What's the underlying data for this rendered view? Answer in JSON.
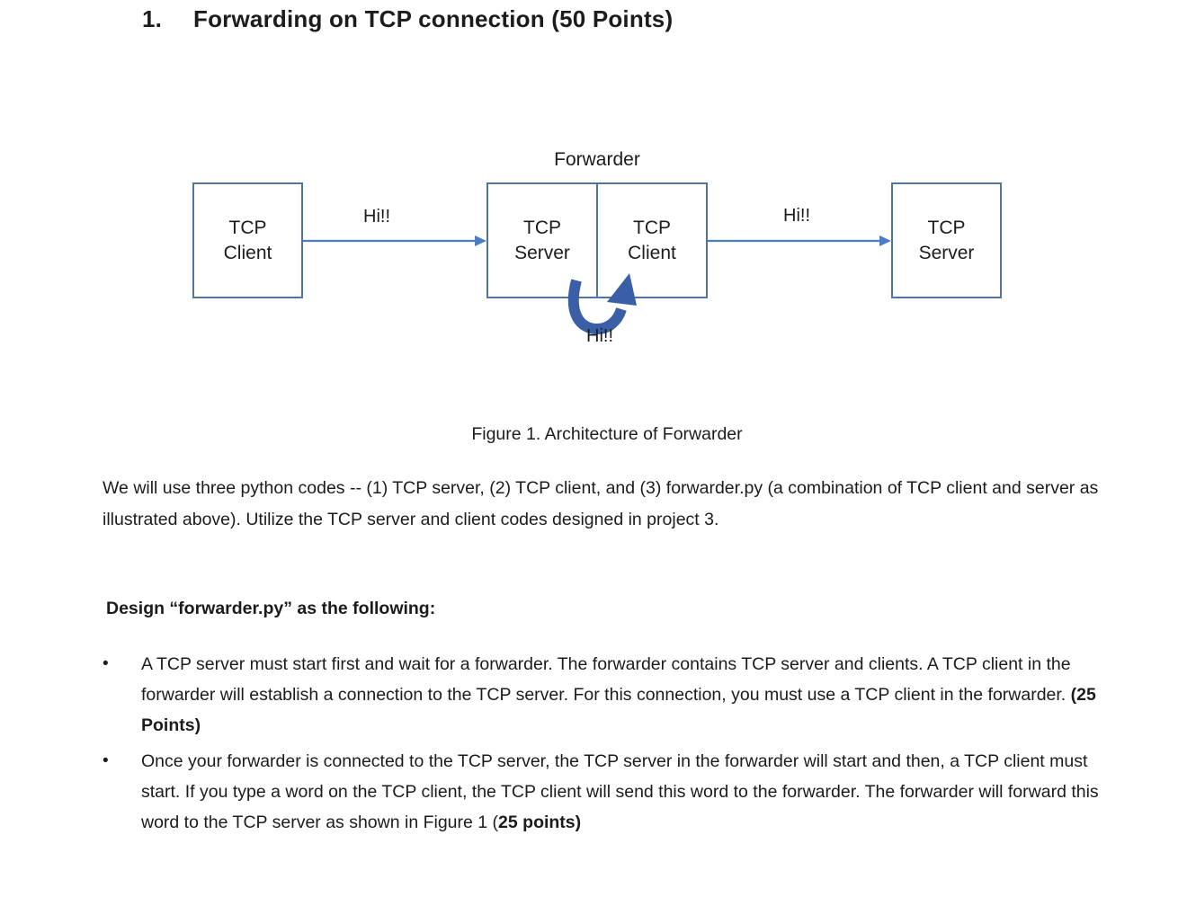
{
  "title": {
    "number": "1.",
    "text": "Forwarding on TCP connection (50 Points)"
  },
  "figure": {
    "forwarder_label": "Forwarder",
    "boxes": {
      "left": {
        "line1": "TCP",
        "line2": "Client"
      },
      "fwd_server": {
        "line1": "TCP",
        "line2": "Server"
      },
      "fwd_client": {
        "line1": "TCP",
        "line2": "Client"
      },
      "right": {
        "line1": "TCP",
        "line2": "Server"
      }
    },
    "arrow1_label": "Hi!!",
    "arrow2_label": "Hi!!",
    "loop_label": "Hi!!",
    "caption": "Figure 1. Architecture of Forwarder",
    "colors": {
      "box_border": "#54759b",
      "arrow": "#4a7ec0",
      "loop_arrow": "#3a5fa6",
      "text": "#1c1c1c"
    }
  },
  "body": {
    "paragraph": "We will use three python codes -- (1) TCP server, (2) TCP client, and (3) forwarder.py (a combination of TCP client and server as illustrated above). Utilize the TCP server and client codes designed in project 3.",
    "design_heading": "Design “forwarder.py” as the following:",
    "bullets": [
      {
        "marker": "•",
        "text": "A TCP server must start first and wait for a forwarder. The forwarder contains TCP server and clients. A TCP client in the forwarder will establish a connection to the TCP server. For this connection, you must use a TCP client in the forwarder. ",
        "bold_suffix": "(25 Points)"
      },
      {
        "marker": "•",
        "text": "Once your forwarder is connected to the TCP server, the TCP server in the forwarder will start and then, a TCP client must start. If you type a word on the TCP client, the TCP client will send this word to the forwarder. The forwarder will forward this word to the TCP server as shown in Figure 1 (",
        "bold_suffix": "25 points)"
      }
    ]
  }
}
